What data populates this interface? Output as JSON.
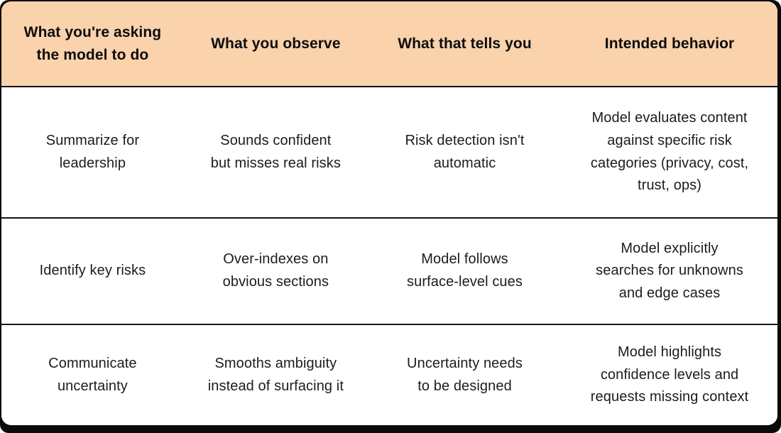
{
  "colors": {
    "header_bg": "#FAD2AC",
    "border": "#141414",
    "backing": "#0A0A0A",
    "body_text": "#1C1C1C",
    "header_text": "#0D0D0D"
  },
  "table": {
    "columns": [
      {
        "label": "What you're asking\nthe model to do"
      },
      {
        "label": "What you observe"
      },
      {
        "label": "What that tells you"
      },
      {
        "label": "Intended behavior"
      }
    ],
    "rows": [
      {
        "cells": [
          "Summarize for\nleadership",
          "Sounds confident\nbut misses real risks",
          "Risk detection isn't\nautomatic",
          "Model evaluates content\nagainst specific risk\ncategories (privacy, cost,\ntrust, ops)"
        ]
      },
      {
        "cells": [
          "Identify key risks",
          "Over-indexes on\nobvious sections",
          "Model follows\nsurface-level cues",
          "Model explicitly\nsearches for unknowns\nand edge cases"
        ]
      },
      {
        "cells": [
          "Communicate\nuncertainty",
          "Smooths ambiguity\ninstead of surfacing it",
          "Uncertainty needs\nto be designed",
          "Model highlights\nconfidence levels and\nrequests missing context"
        ]
      }
    ]
  }
}
